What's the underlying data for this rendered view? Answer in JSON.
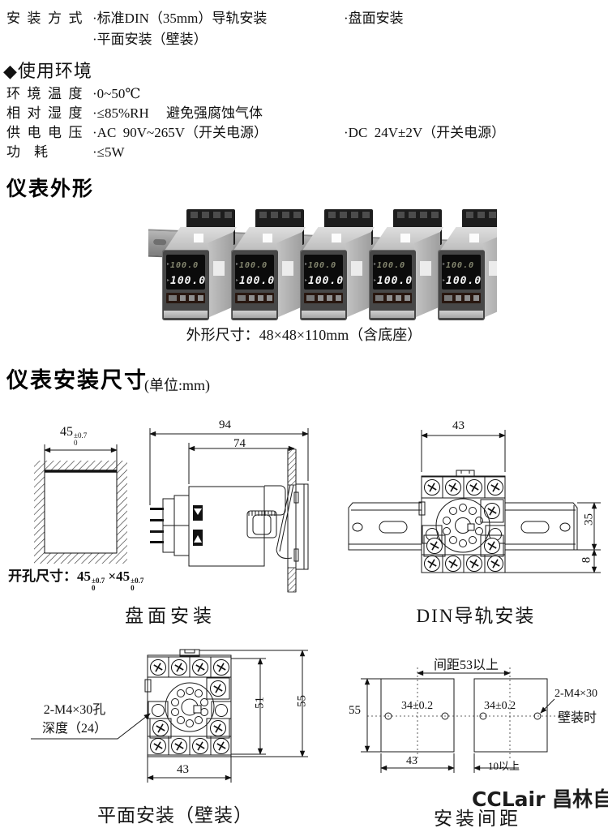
{
  "specs": {
    "install": {
      "label": "安  装  方  式",
      "item_din": "·标准DIN（35mm）导轨安装",
      "item_panel": "·盘面安装",
      "item_flat": "·平面安装（壁装）"
    },
    "env_heading": "◆使用环境",
    "rows": [
      {
        "label": "环  境  温  度",
        "value": "·0~50℃"
      },
      {
        "label": "相  对  湿  度",
        "value": "·≤85%RH     避免强腐蚀气体"
      },
      {
        "label": "供  电  电  压",
        "value": "·AC  90V~265V（开关电源）",
        "value2": "·DC  24V±2V（开关电源）"
      },
      {
        "label": "功    耗",
        "value": "·≤5W"
      }
    ]
  },
  "appearance": {
    "heading": "仪表外形",
    "caption": "外形尺寸：48×48×110mm（含底座）",
    "instrument": {
      "display_top": "100.0",
      "display_bottom": "100.0"
    }
  },
  "mounting": {
    "heading": "仪表安装尺寸",
    "unit_note": "(单位:mm)",
    "cutout": {
      "dim_value": "45",
      "dim_sup": "±0.7",
      "dim_sub": "0",
      "label_prefix": "开孔尺寸：",
      "times": "×"
    },
    "panel_caption": "盘面安装",
    "side": {
      "dim_overall": "94",
      "dim_body": "74"
    },
    "din": {
      "dim_width": "43",
      "dim_rail_h": "35",
      "dim_below": "8",
      "caption": "DIN导轨安装"
    },
    "wall": {
      "dim_width": "43",
      "dim_h_inner": "51",
      "dim_h_outer": "55",
      "hole_label_1": "2-M4×30孔",
      "hole_label_2": "深度（24）",
      "caption": "平面安装（壁装）"
    },
    "spacing": {
      "dim_top": "间距53以上",
      "dim_left": "55",
      "dim_holes_left": "34±0.2",
      "dim_holes_right": "34±0.2",
      "dim_width": "43",
      "dim_gap": "10以上",
      "note_1": "2-M4×30",
      "note_2": "壁装时",
      "caption": "安装间距"
    }
  },
  "watermark": "CCLair 昌林自动化"
}
